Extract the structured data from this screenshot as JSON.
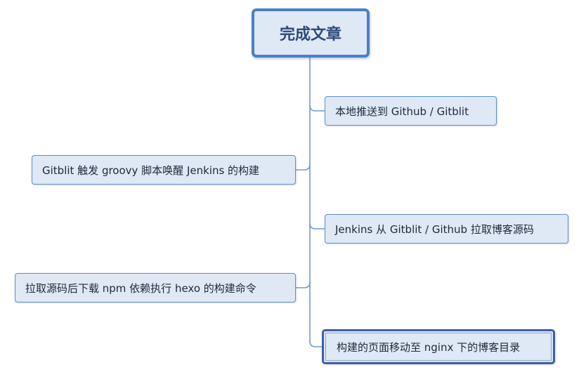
{
  "root": {
    "label": "完成文章"
  },
  "topics": [
    {
      "label": "本地推送到 Github / Gitblit",
      "side": "right"
    },
    {
      "label": "Gitblit 触发 groovy 脚本唤醒 Jenkins 的构建",
      "side": "left"
    },
    {
      "label": "Jenkins 从 Gitblit / Github 拉取博客源码",
      "side": "right"
    },
    {
      "label": "拉取源码后下载 npm 依赖执行 hexo 的构建命令",
      "side": "left"
    },
    {
      "label": "构建的页面移动至 nginx 下的博客目录",
      "side": "right",
      "selected": true
    }
  ],
  "colors": {
    "node_fill": "#dfe8f5",
    "node_border": "#5b8fd0",
    "root_border": "#4a7fc8",
    "selected_border": "#3f5fa8",
    "connector": "#6f9bd2",
    "root_text": "#2c4a78"
  }
}
